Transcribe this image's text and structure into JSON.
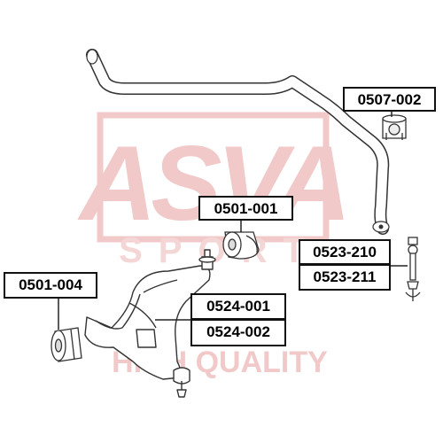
{
  "watermark": {
    "brand": "ASVA",
    "line2": "SPORT",
    "tagline": "HIGH QUALITY",
    "color": "#f1c9c9"
  },
  "parts": {
    "stabilizer_bushing": "0507-002",
    "arm_bushing_front": "0501-001",
    "arm_bushing_rear": "0501-004",
    "link_a": "0523-210",
    "link_b": "0523-211",
    "control_arm_a": "0524-001",
    "control_arm_b": "0524-002"
  },
  "colors": {
    "label_border": "#111111",
    "line": "#222222",
    "part_stroke": "#333333"
  }
}
